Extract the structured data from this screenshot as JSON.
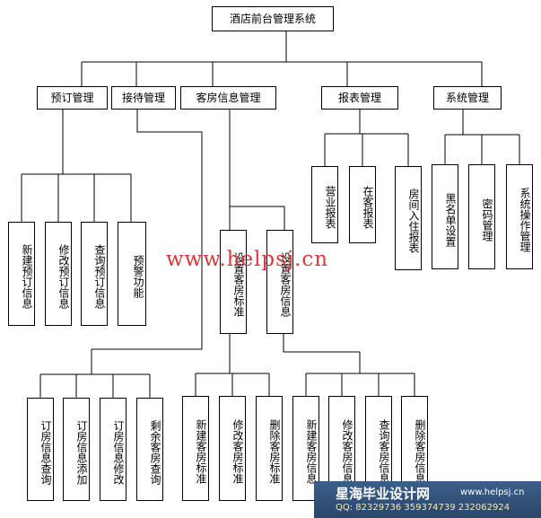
{
  "diagram": {
    "root": "酒店前台管理系统",
    "modules": {
      "booking": "预订管理",
      "reception": "接待管理",
      "room_info": "客房信息管理",
      "reports": "报表管理",
      "system": "系统管理"
    },
    "booking_items": [
      "新建预订信息",
      "修改预订信息",
      "查询预订信息",
      "预警功能"
    ],
    "reception_items": [
      "订房信息查询",
      "订房信息添加",
      "订房信息修改",
      "剩余客房查询"
    ],
    "room_info_items": [
      "设置客房标准",
      "设置客房信息"
    ],
    "room_standard_items": [
      "新建客房标准",
      "修改客房标准",
      "删除客房标准"
    ],
    "room_detail_items": [
      "新建客房信息",
      "修改客房信息",
      "查询客房信息",
      "删除客房信息"
    ],
    "report_items": [
      "营业报表",
      "在客报表",
      "房间入住报表"
    ],
    "system_items": [
      "黑名单设置",
      "密码管理",
      "系统操作管理"
    ]
  },
  "watermark": "www.helpsj.cn",
  "footer": {
    "title": "星海毕业设计网",
    "url": "www.helpsj.cn",
    "qq": "QQ: 82329736  359374739  232062924"
  }
}
